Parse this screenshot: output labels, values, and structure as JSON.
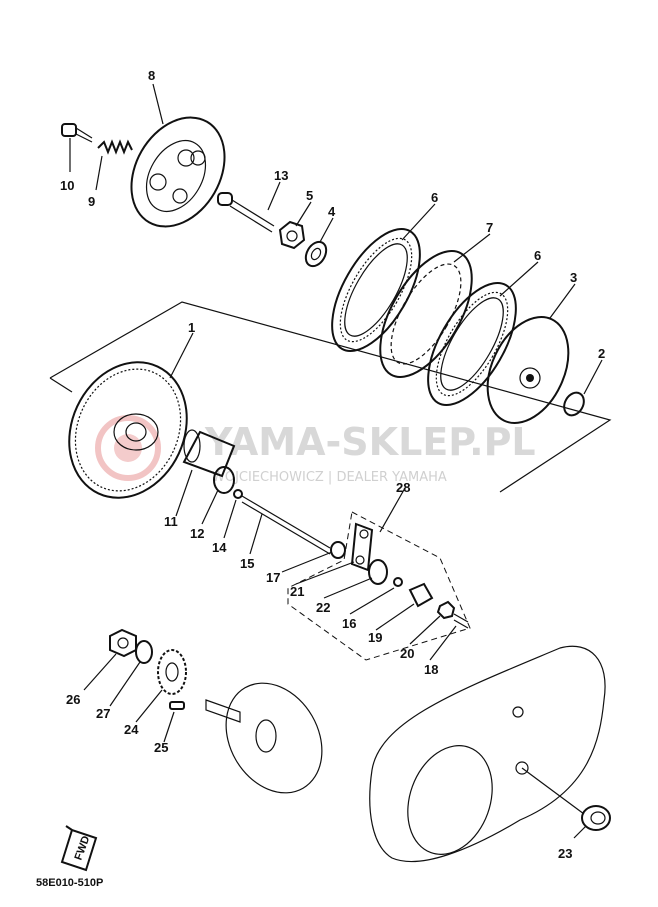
{
  "diagram": {
    "part_numbers": [
      "1",
      "2",
      "3",
      "4",
      "5",
      "6",
      "6",
      "7",
      "8",
      "9",
      "10",
      "11",
      "12",
      "13",
      "14",
      "15",
      "16",
      "17",
      "18",
      "19",
      "20",
      "21",
      "22",
      "23",
      "24",
      "25",
      "26",
      "27",
      "28"
    ],
    "watermark": {
      "brand": "YAMA-SKLEP.PL",
      "subtitle": "WOJCIECHOWICZ | DEALER YAMAHA"
    },
    "fwd_label": "FWD",
    "diagram_code": "58E010-510P"
  }
}
